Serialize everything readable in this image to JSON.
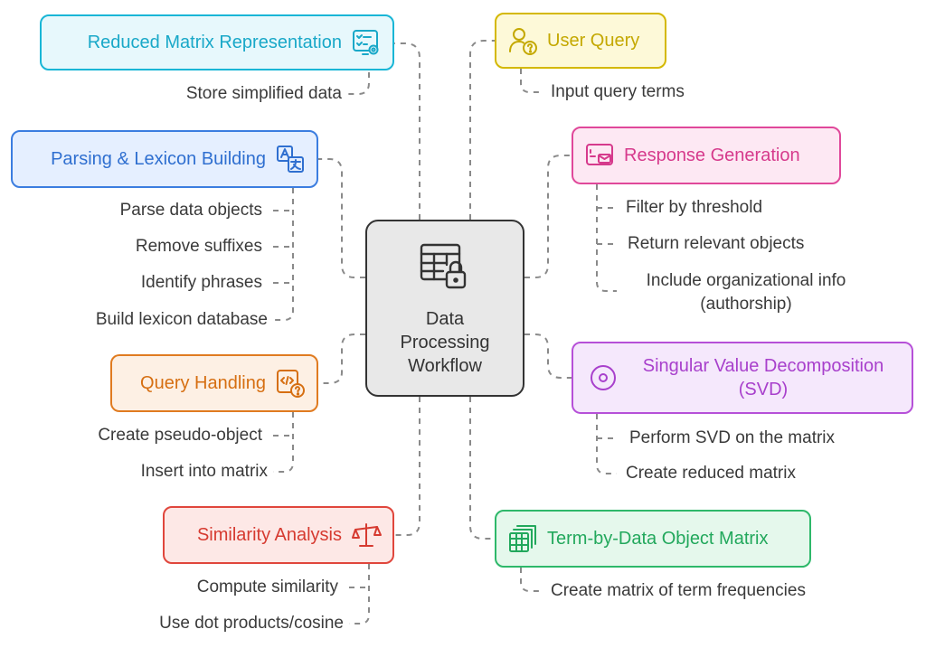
{
  "center": {
    "title": "Data Processing Workflow",
    "icon": "table-lock-icon"
  },
  "nodes": [
    {
      "id": "reduced",
      "title": "Reduced Matrix Representation",
      "icon": "checklist-gear-icon",
      "color": "#19b6d6",
      "fill": "#e7f8fc",
      "items": [
        "Store simplified data"
      ]
    },
    {
      "id": "parsing",
      "title": "Parsing & Lexicon Building",
      "icon": "translate-icon",
      "color": "#3b7de0",
      "fill": "#e5efff",
      "items": [
        "Parse data objects",
        "Remove suffixes",
        "Identify phrases",
        "Build lexicon database"
      ]
    },
    {
      "id": "query",
      "title": "Query Handling",
      "icon": "code-question-icon",
      "color": "#e07b20",
      "fill": "#fdf0e4",
      "items": [
        "Create pseudo-object",
        "Insert into matrix"
      ]
    },
    {
      "id": "similarity",
      "title": "Similarity Analysis",
      "icon": "balance-scale-icon",
      "color": "#e0463c",
      "fill": "#fde8e6",
      "items": [
        "Compute similarity",
        "Use dot products/cosine"
      ]
    },
    {
      "id": "user",
      "title": "User Query",
      "icon": "user-question-icon",
      "color": "#d4b800",
      "fill": "#fdf9d8",
      "items": [
        "Input query terms"
      ]
    },
    {
      "id": "response",
      "title": "Response Generation",
      "icon": "window-mail-icon",
      "color": "#e0489a",
      "fill": "#fde8f3",
      "items": [
        "Filter by threshold",
        "Return relevant objects",
        "Include organizational info (authorship)"
      ]
    },
    {
      "id": "svd",
      "title": "Singular Value Decomposition (SVD)",
      "icon": "target-circle-icon",
      "color": "#b650d8",
      "fill": "#f5e8fc",
      "items": [
        "Perform SVD on the matrix",
        "Create reduced matrix"
      ]
    },
    {
      "id": "term",
      "title": "Term-by-Data Object Matrix",
      "icon": "stacked-table-icon",
      "color": "#2eb86a",
      "fill": "#e5f8ec",
      "items": [
        "Create matrix of term frequencies"
      ]
    }
  ]
}
